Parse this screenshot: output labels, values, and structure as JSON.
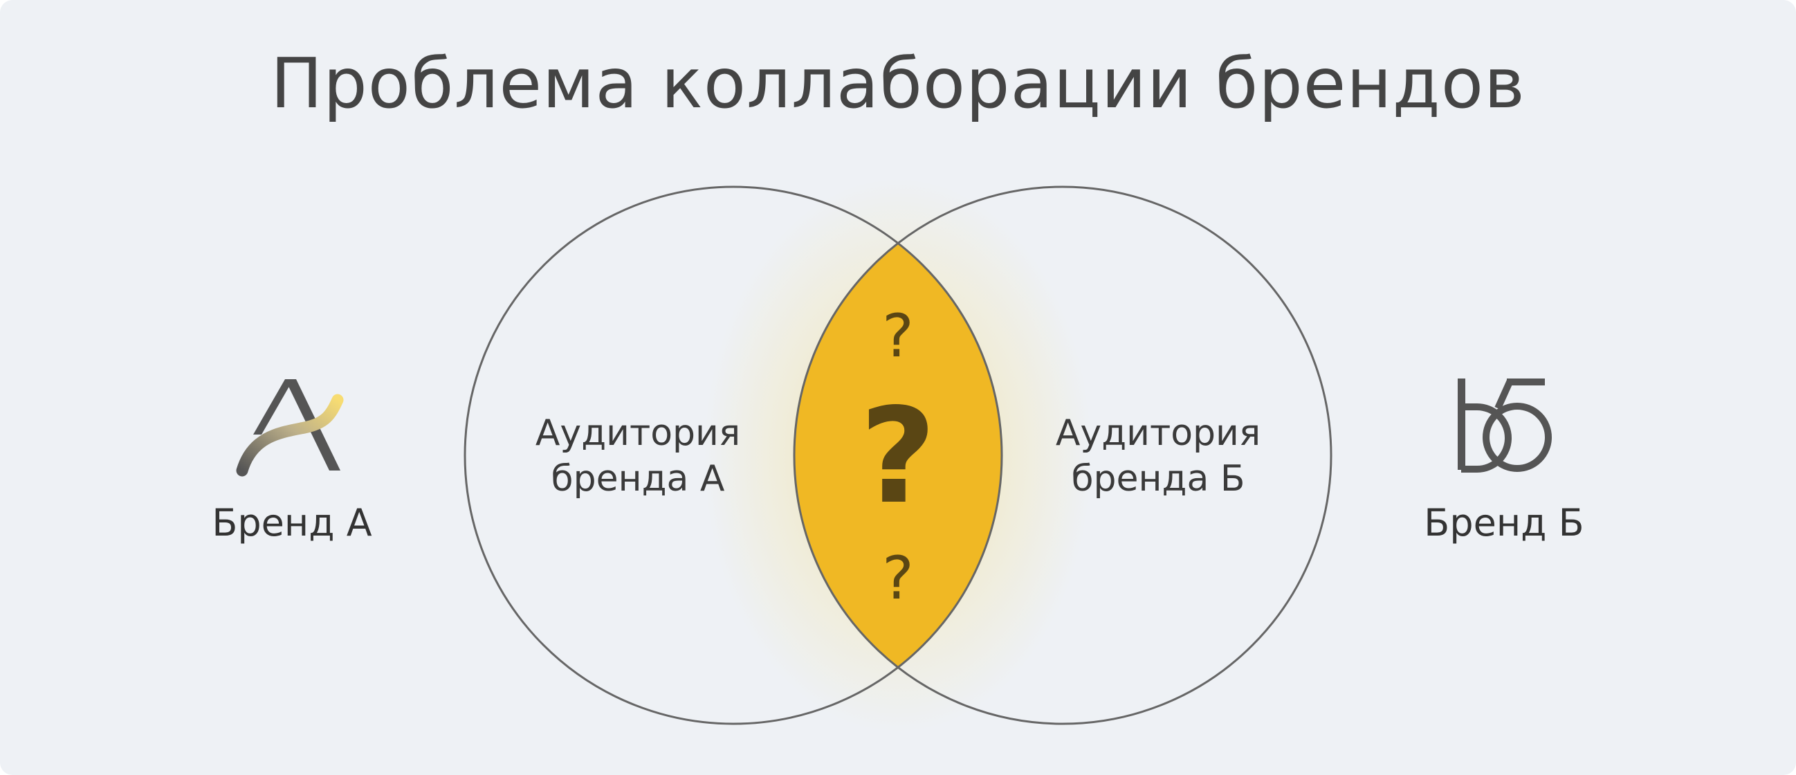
{
  "title": "Проблема коллаборации брендов",
  "brand_a": {
    "label": "Бренд А",
    "logo_icon": "brand-a-logo-icon",
    "audience_line1": "Аудитория",
    "audience_line2": "бренда А"
  },
  "brand_b": {
    "label": "Бренд Б",
    "logo_icon": "brand-b-logo-icon",
    "audience_line1": "Аудитория",
    "audience_line2": "бренда Б"
  },
  "intersection": {
    "marks": [
      "?",
      "?",
      "?"
    ],
    "color": "#f0b824"
  },
  "colors": {
    "background": "#eef1f5",
    "circle_stroke": "#666666",
    "accent": "#f0b824",
    "question_mark": "#5a4614"
  }
}
